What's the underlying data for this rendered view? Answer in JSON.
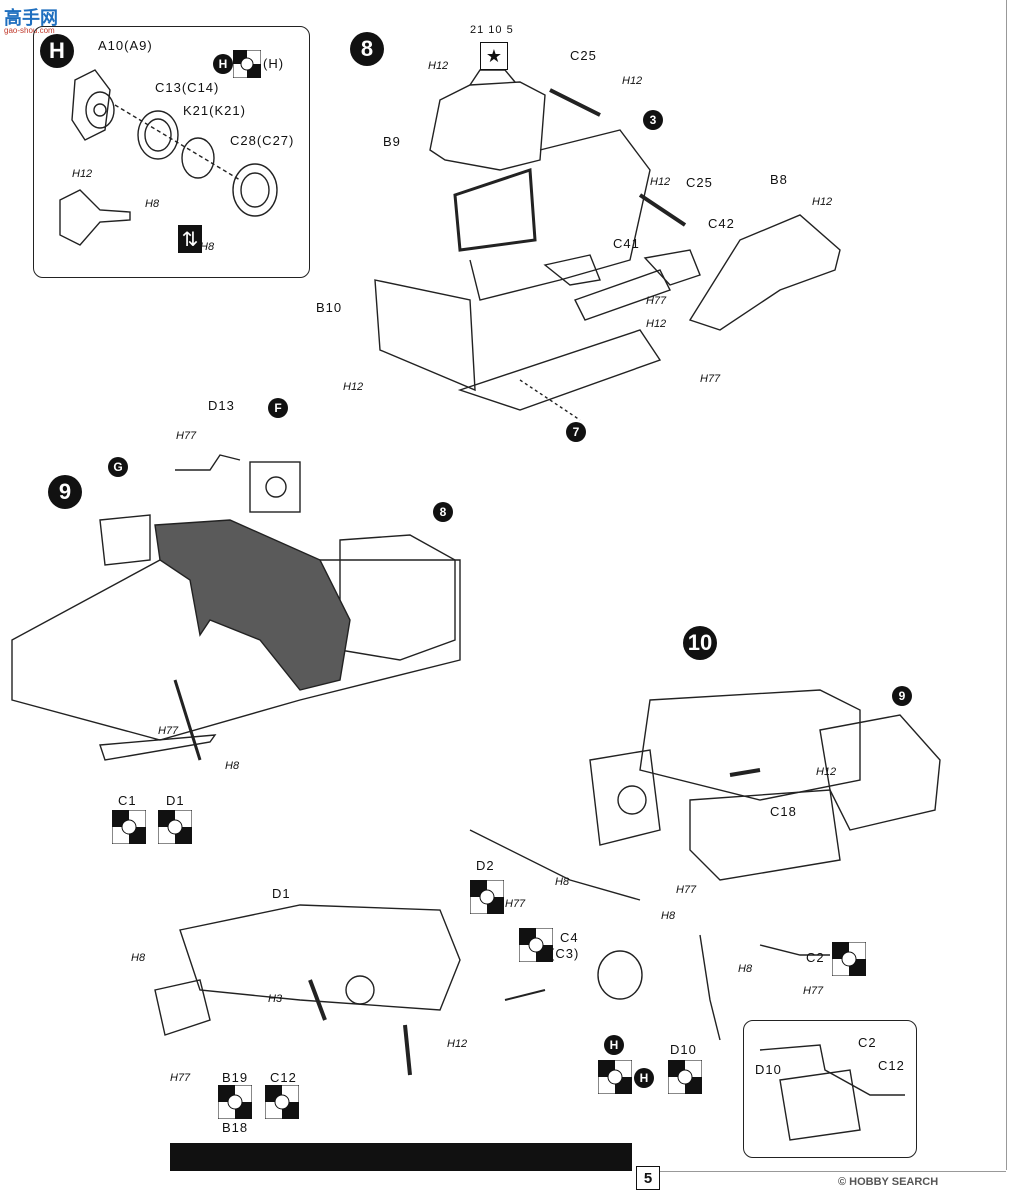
{
  "watermark": {
    "brand": "高手网",
    "brand_sub": "gao-shou.com",
    "footer": "© HOBBY SEARCH"
  },
  "steps": {
    "s8": "8",
    "s9": "9",
    "s10": "10",
    "sub_H": "H",
    "sub_F": "F",
    "sub_G": "G",
    "ref_8": "8",
    "ref_9": "9",
    "ref_3": "3",
    "ref_7": "7"
  },
  "inset_H": {
    "a10": "A10(A9)",
    "c13": "C13(C14)",
    "k21": "K21(K21)",
    "c28": "C28(C27)",
    "h12": "H12",
    "h8a": "H8",
    "h8b": "H8",
    "paint_combo": "(H)",
    "arrow_symbol": "⇅"
  },
  "step8": {
    "paint_code": "21 10 5",
    "c25a": "C25",
    "c25b": "C25",
    "b9": "B9",
    "b8": "B8",
    "c41": "C41",
    "c42": "C42",
    "b10": "B10",
    "h12_top": "H12",
    "h12_c25a": "H12",
    "h12_c25b": "H12",
    "h12_b8": "H12",
    "h12_mid": "H12",
    "h12_b10": "H12",
    "h77a": "H77",
    "h77b": "H77"
  },
  "step9": {
    "d13": "D13",
    "h77_d13": "H77",
    "c1": "C1",
    "d1": "D1",
    "h77_rod": "H77",
    "h8_rod": "H8"
  },
  "step10": {
    "h12_c18": "H12",
    "c18": "C18",
    "d2": "D2",
    "h8_d2": "H8",
    "h77_d2": "H77",
    "c4": "C4",
    "c3": "(C3)",
    "h77_mid": "H77",
    "h8_mid": "H8",
    "c2": "C2",
    "h77_c2": "H77",
    "h8_d10": "H8",
    "d10": "D10",
    "d1": "D1",
    "h8_box": "H8",
    "h3": "H3",
    "h12_spring": "H12",
    "h77_box": "H77",
    "b19": "B19",
    "b18": "B18",
    "c12": "C12"
  },
  "inset_right": {
    "c2": "C2",
    "d10": "D10",
    "c12": "C12"
  },
  "footer": {
    "page_number": "5"
  }
}
